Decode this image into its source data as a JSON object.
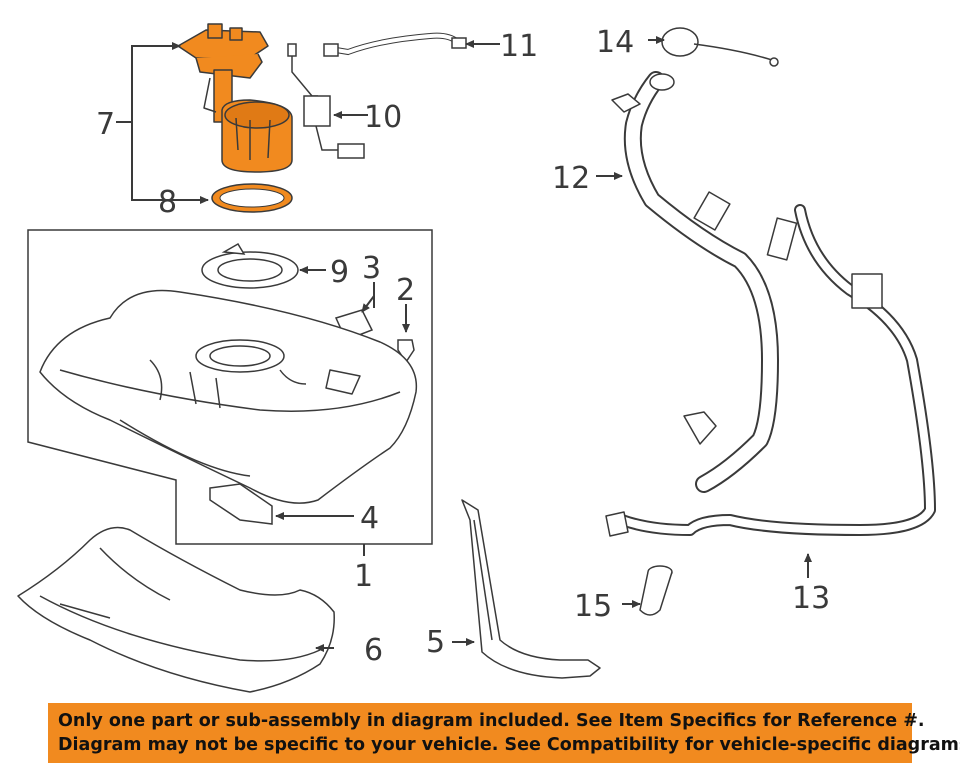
{
  "callouts": {
    "c1": "1",
    "c2": "2",
    "c3": "3",
    "c4": "4",
    "c5": "5",
    "c6": "6",
    "c7": "7",
    "c8": "8",
    "c9": "9",
    "c10": "10",
    "c11": "11",
    "c12": "12",
    "c13": "13",
    "c14": "14",
    "c15": "15"
  },
  "notice": {
    "line1": "Only one part or sub-assembly in diagram included. See Item Specifics for Reference #.",
    "line2": "Diagram may not be specific to your vehicle. See Compatibility for vehicle-specific diagrams."
  },
  "colors": {
    "highlight": "#f18a1f",
    "banner_bg": "#f18a1f",
    "line": "#3a3a3a"
  }
}
